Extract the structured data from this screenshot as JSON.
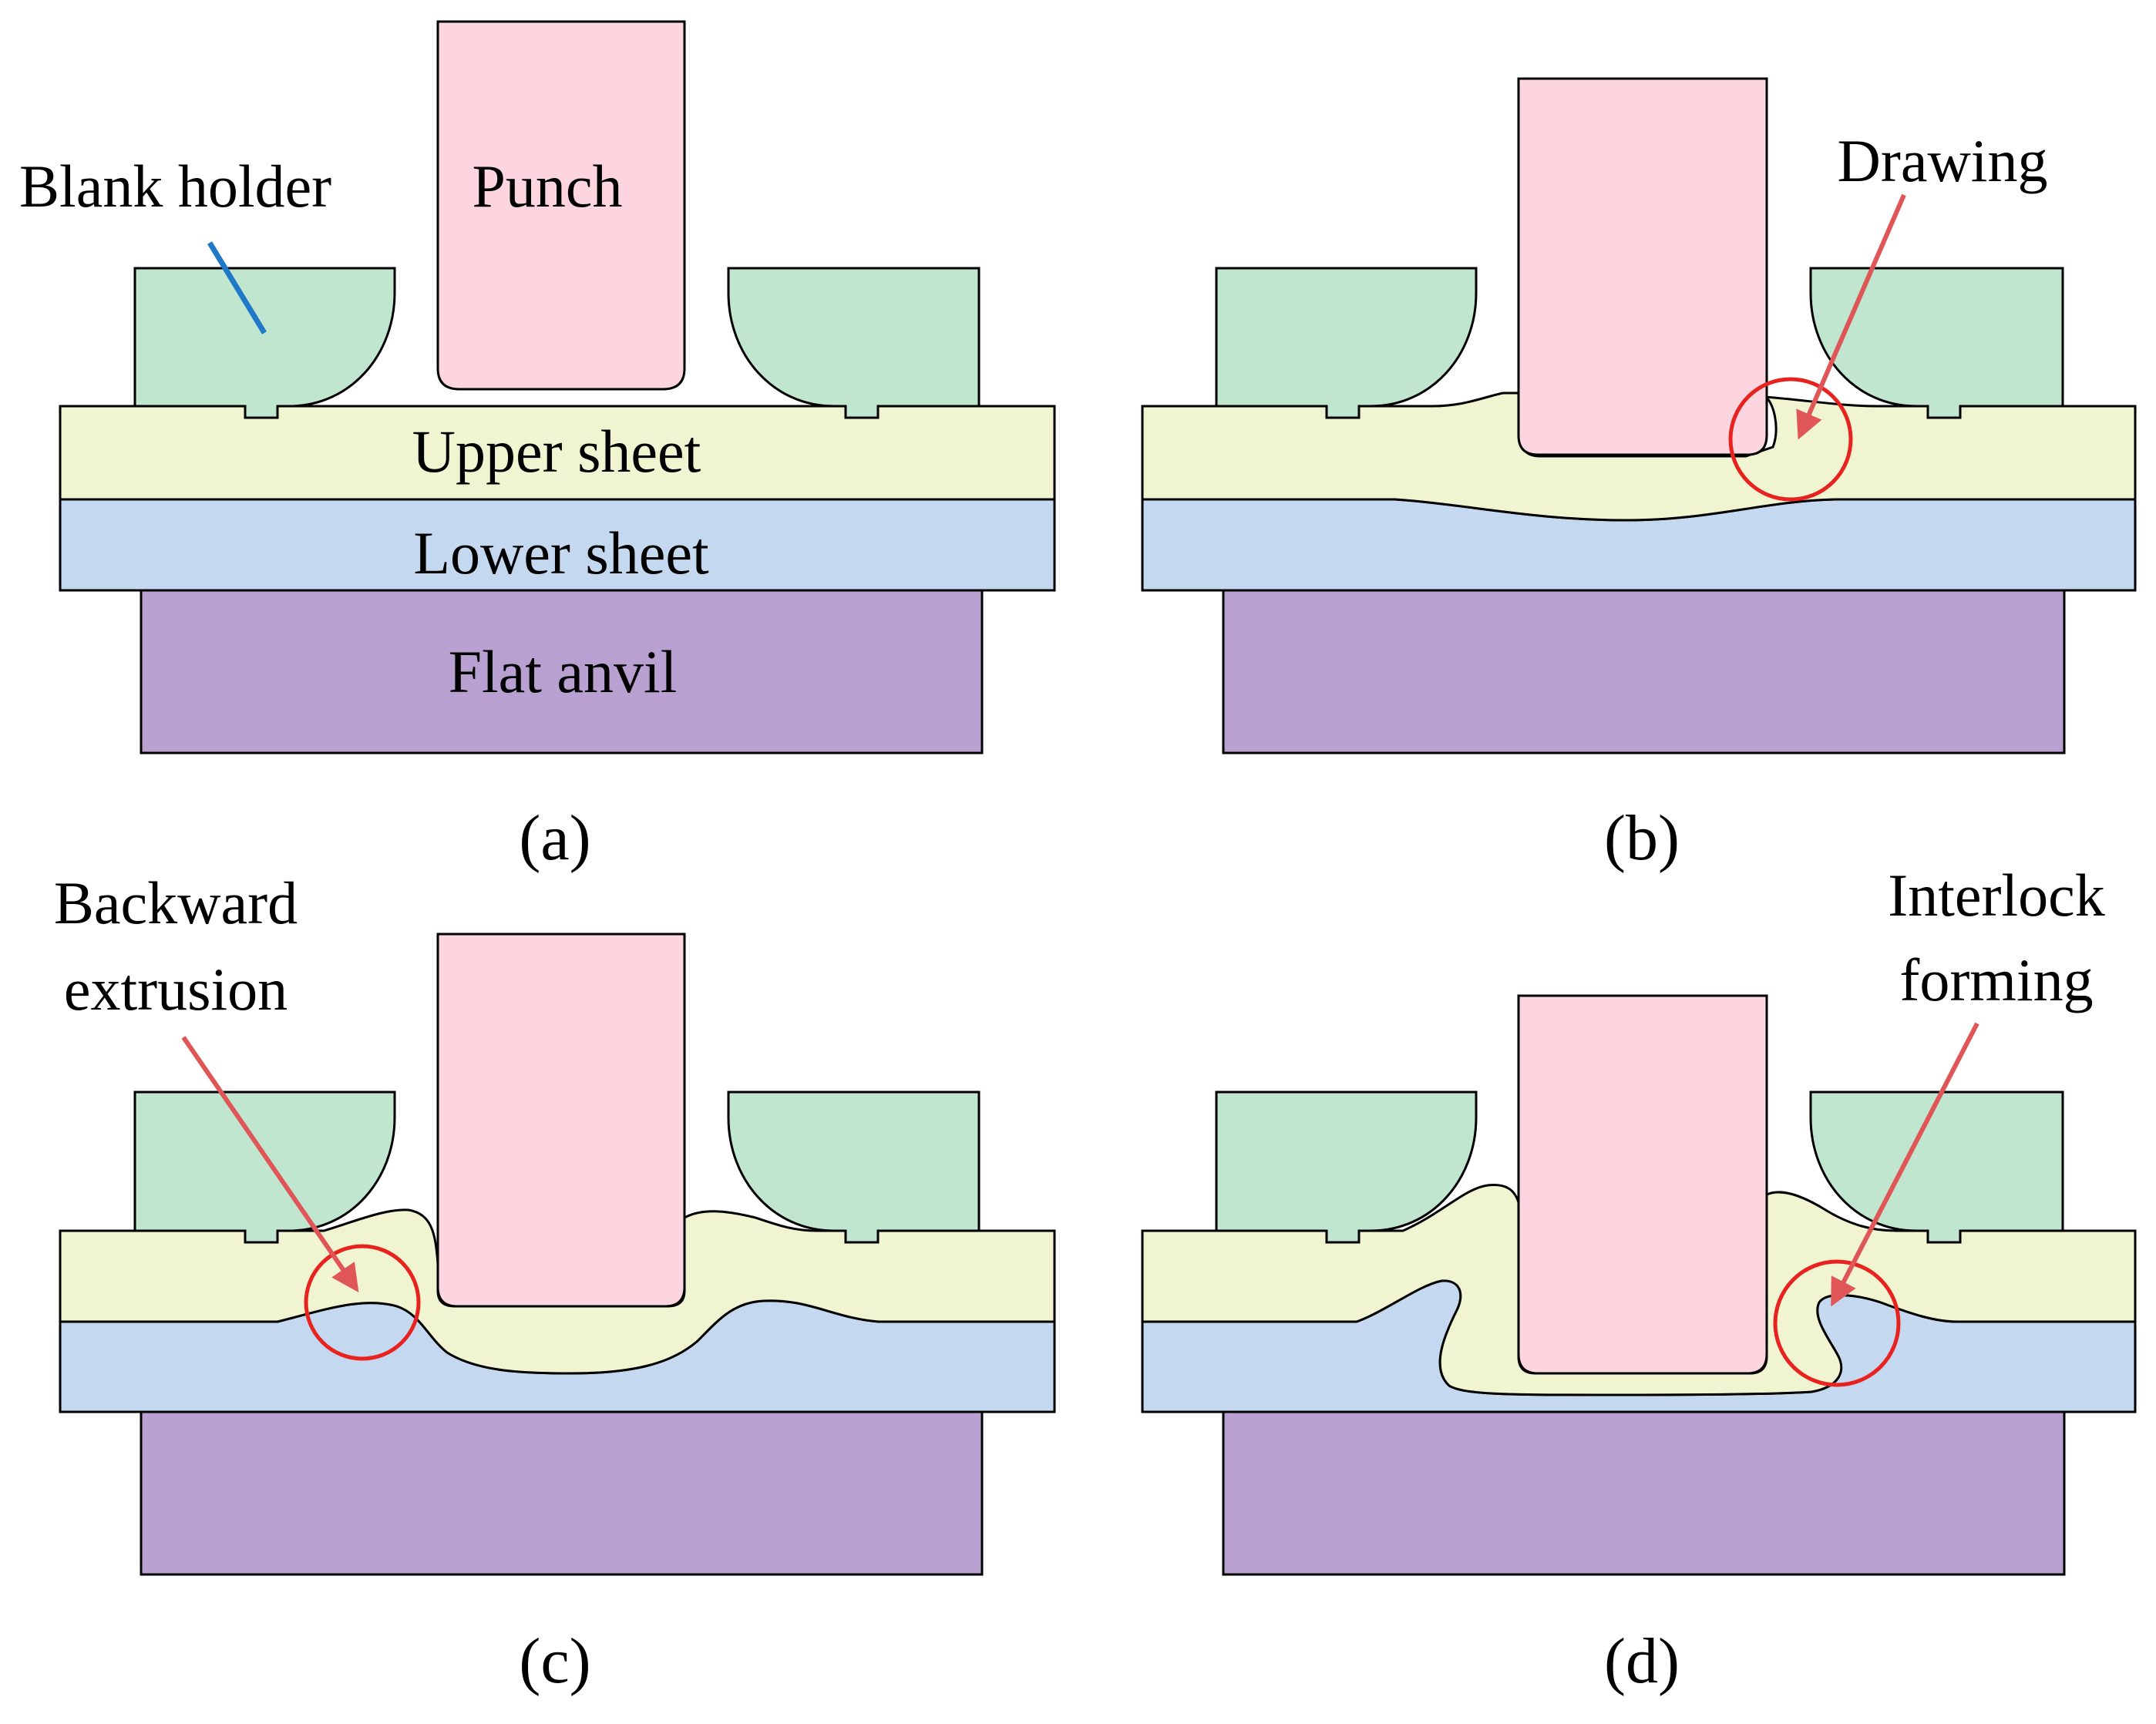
{
  "labels": {
    "blank_holder": "Blank holder",
    "punch": "Punch",
    "upper_sheet": "Upper sheet",
    "lower_sheet": "Lower sheet",
    "flat_anvil": "Flat anvil",
    "drawing": "Drawing",
    "backward_line1": "Backward",
    "backward_line2": "extrusion",
    "interlock_line1": "Interlock",
    "interlock_line2": "forming"
  },
  "captions": {
    "a": "(a)",
    "b": "(b)",
    "c": "(c)",
    "d": "(d)"
  },
  "colors": {
    "punch": "#fcd5de",
    "blank_holder": "#c0e6d0",
    "upper_sheet": "#f1f4d0",
    "lower_sheet": "#c4d9f0",
    "anvil": "#b8a1d0",
    "arrow": "#e05555",
    "circle": "#e8221e",
    "pointer_line": "#1f78c8"
  }
}
